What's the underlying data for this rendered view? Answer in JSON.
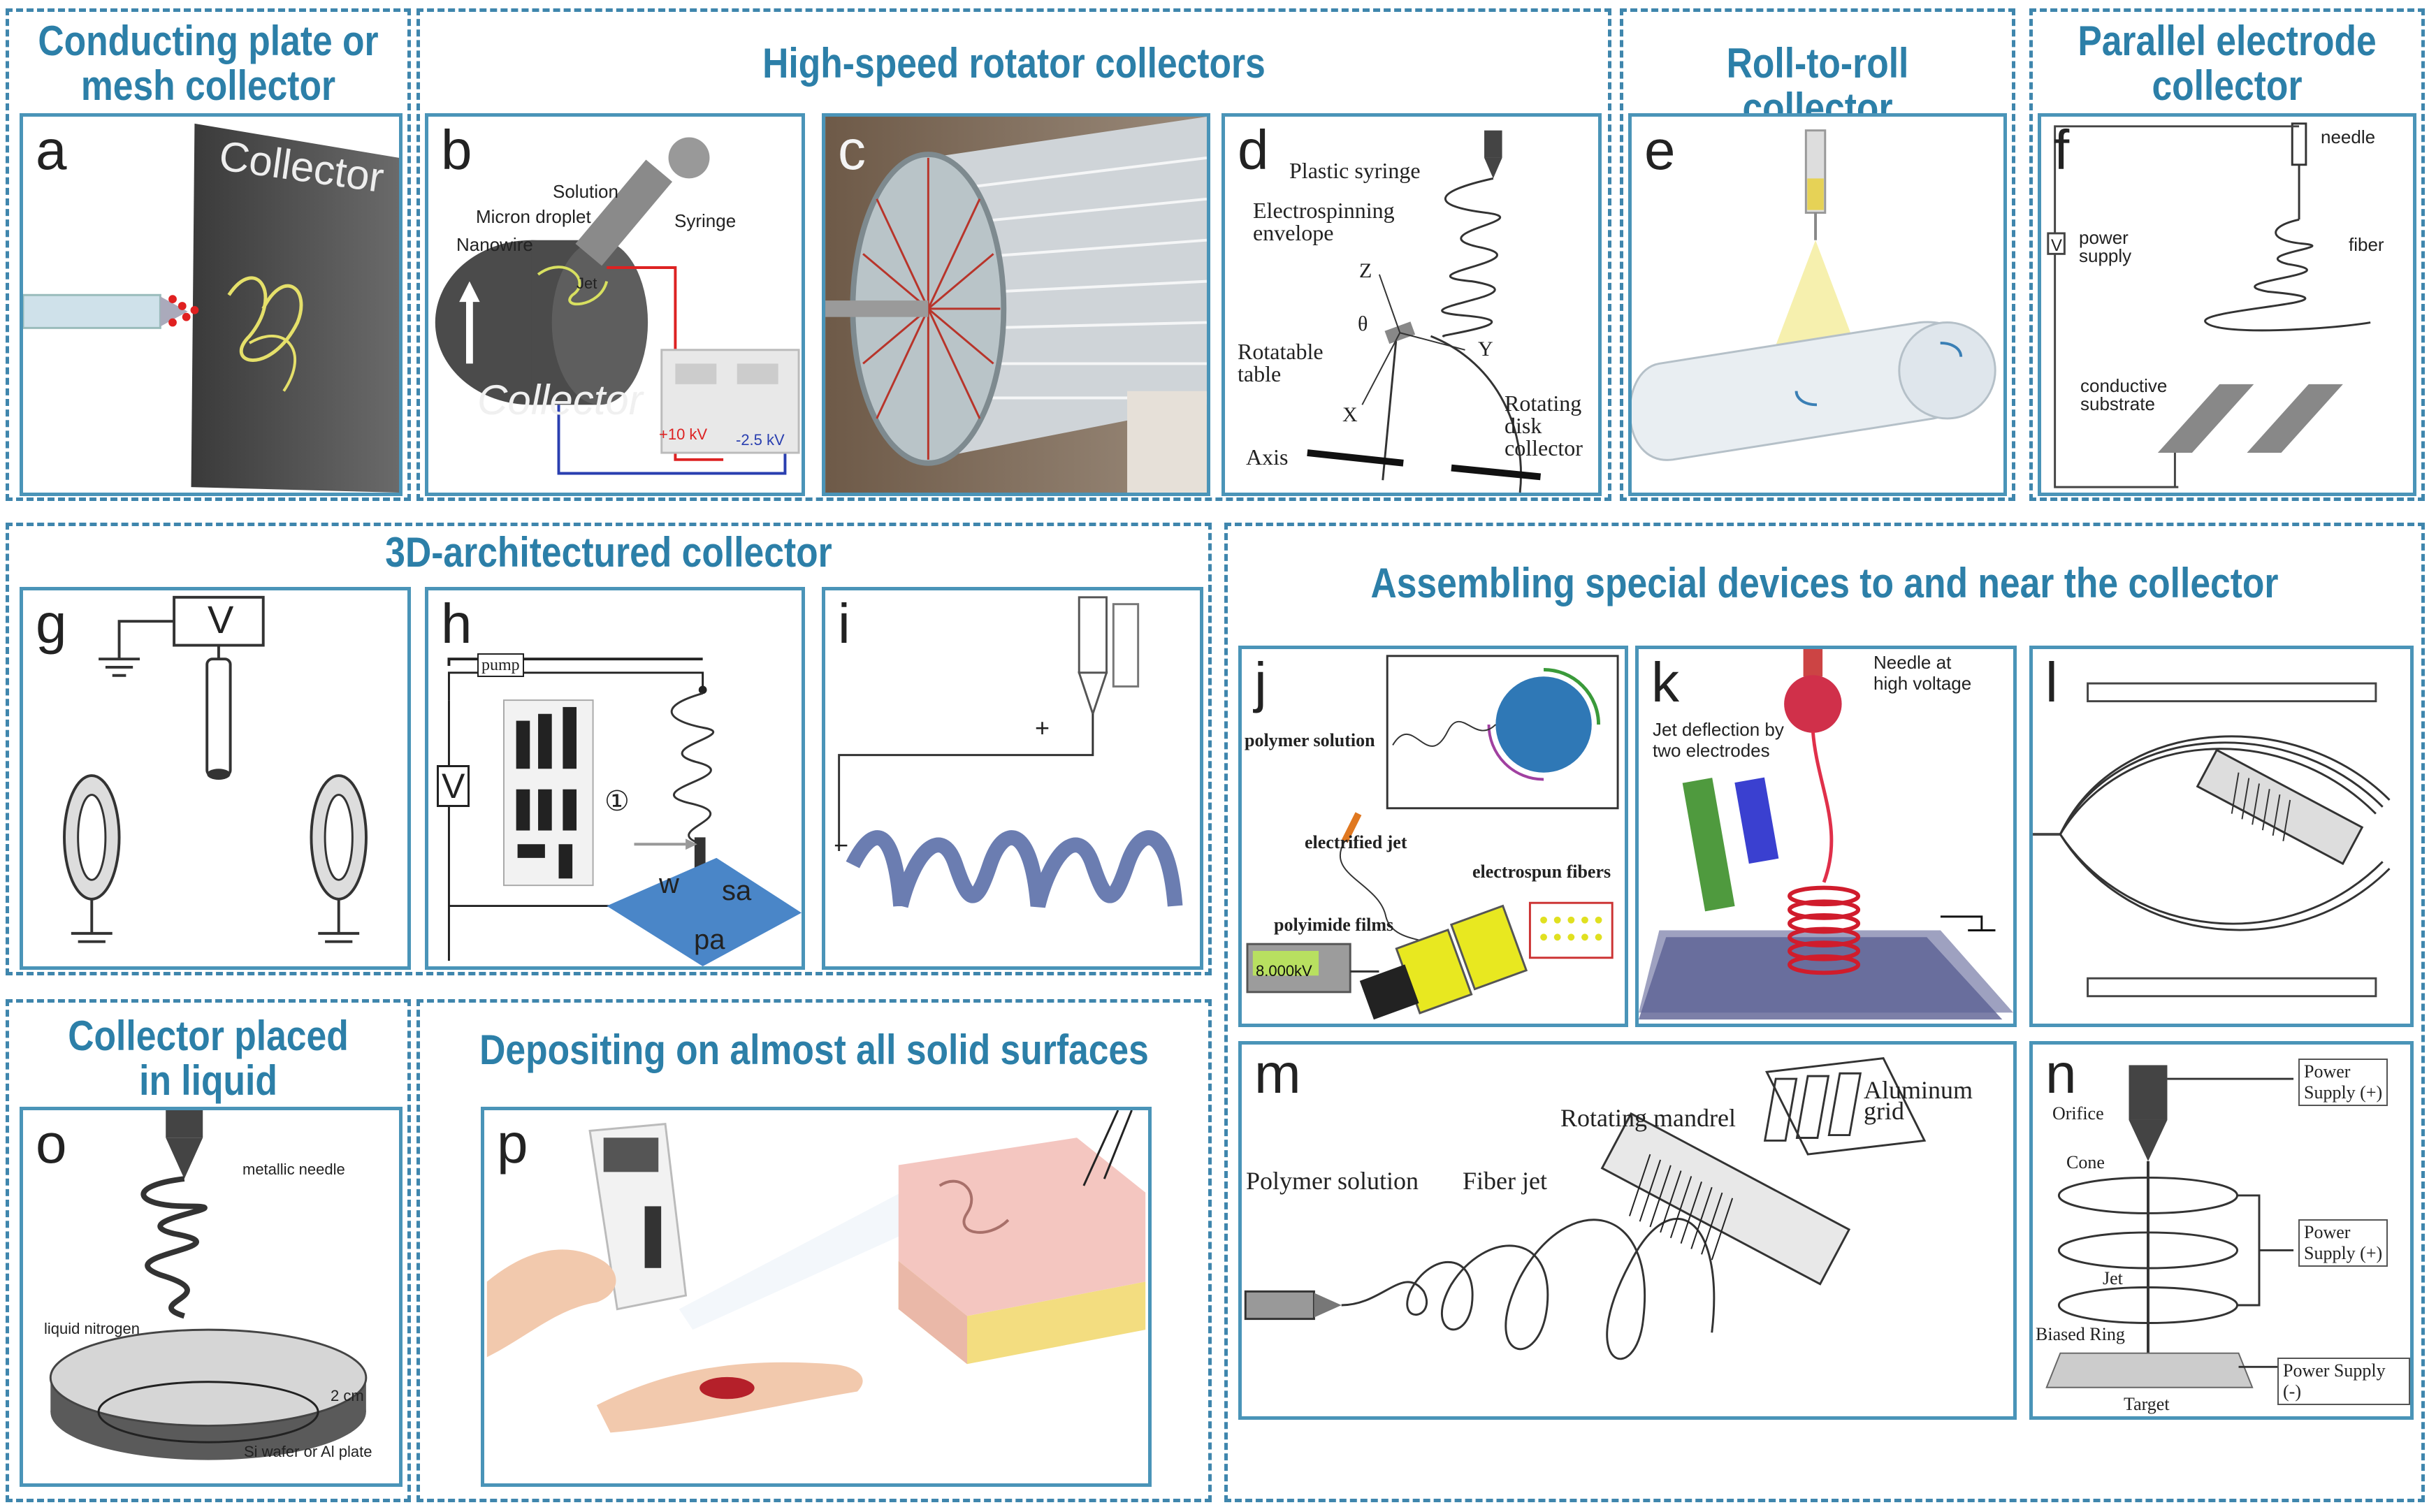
{
  "colors": {
    "accent": "#2c7fa8",
    "border": "#4a94b8"
  },
  "groups": {
    "conducting": "Conducting plate or\nmesh collector",
    "rotator": "High-speed rotator collectors",
    "roll": "Roll-to-roll collector",
    "parallel": "Parallel electrode\ncollector",
    "arch3d": "3D-architectured collector",
    "assembling": "Assembling special devices to and near the collector",
    "liquid": "Collector placed\nin liquid",
    "depositing": "Depositing on almost all solid surfaces"
  },
  "panels": {
    "a": {
      "label": "a",
      "collector": "Collector"
    },
    "b": {
      "label": "b",
      "solution": "Solution",
      "syringe": "Syringe",
      "micron_droplet": "Micron droplet",
      "nanowire": "Nanowire",
      "jet": "Jet",
      "collector": "Collector",
      "v_plus": "+10 kV",
      "v_minus": "-2.5 kV"
    },
    "c": {
      "label": "c"
    },
    "d": {
      "label": "d",
      "plastic_syringe": "Plastic syringe",
      "envelope": "Electrospinning\nenvelope",
      "z": "Z",
      "theta": "θ",
      "y": "Y",
      "x": "X",
      "table": "Rotatable\ntable",
      "disk": "Rotating\ndisk\ncollector",
      "axis": "Axis"
    },
    "e": {
      "label": "e"
    },
    "f": {
      "label": "f",
      "needle": "needle",
      "fiber": "fiber",
      "power": "power\nsupply",
      "v": "V",
      "substrate": "conductive\nsubstrate"
    },
    "g": {
      "label": "g",
      "v": "V"
    },
    "h": {
      "label": "h",
      "pump": "pump",
      "v": "V",
      "circle1": "①",
      "w": "w",
      "sa": "sa",
      "pa": "pa"
    },
    "i": {
      "label": "i",
      "plus": "+",
      "minus": "−"
    },
    "j": {
      "label": "j",
      "polymer": "polymer solution",
      "jet": "electrified jet",
      "films": "polyimide films",
      "fibers": "electrospun fibers",
      "display": "8.000kV"
    },
    "k": {
      "label": "k",
      "needle": "Needle at\nhigh voltage",
      "deflection": "Jet deflection by\ntwo electrodes"
    },
    "l": {
      "label": "l"
    },
    "m": {
      "label": "m",
      "polymer": "Polymer solution",
      "fiber_jet": "Fiber jet",
      "mandrel": "Rotating mandrel",
      "grid": "Aluminum grid"
    },
    "n": {
      "label": "n",
      "orifice": "Orifice",
      "cone": "Cone",
      "jet": "Jet",
      "ring": "Biased Ring",
      "target": "Target",
      "ps1": "Power\nSupply (+)",
      "ps2": "Power\nSupply (+)",
      "ps3": "Power Supply (-)"
    },
    "o": {
      "label": "o",
      "needle": "metallic needle",
      "nitrogen": "liquid nitrogen",
      "dim": "2 cm",
      "wafer": "Si wafer or Al plate"
    },
    "p": {
      "label": "p"
    }
  }
}
